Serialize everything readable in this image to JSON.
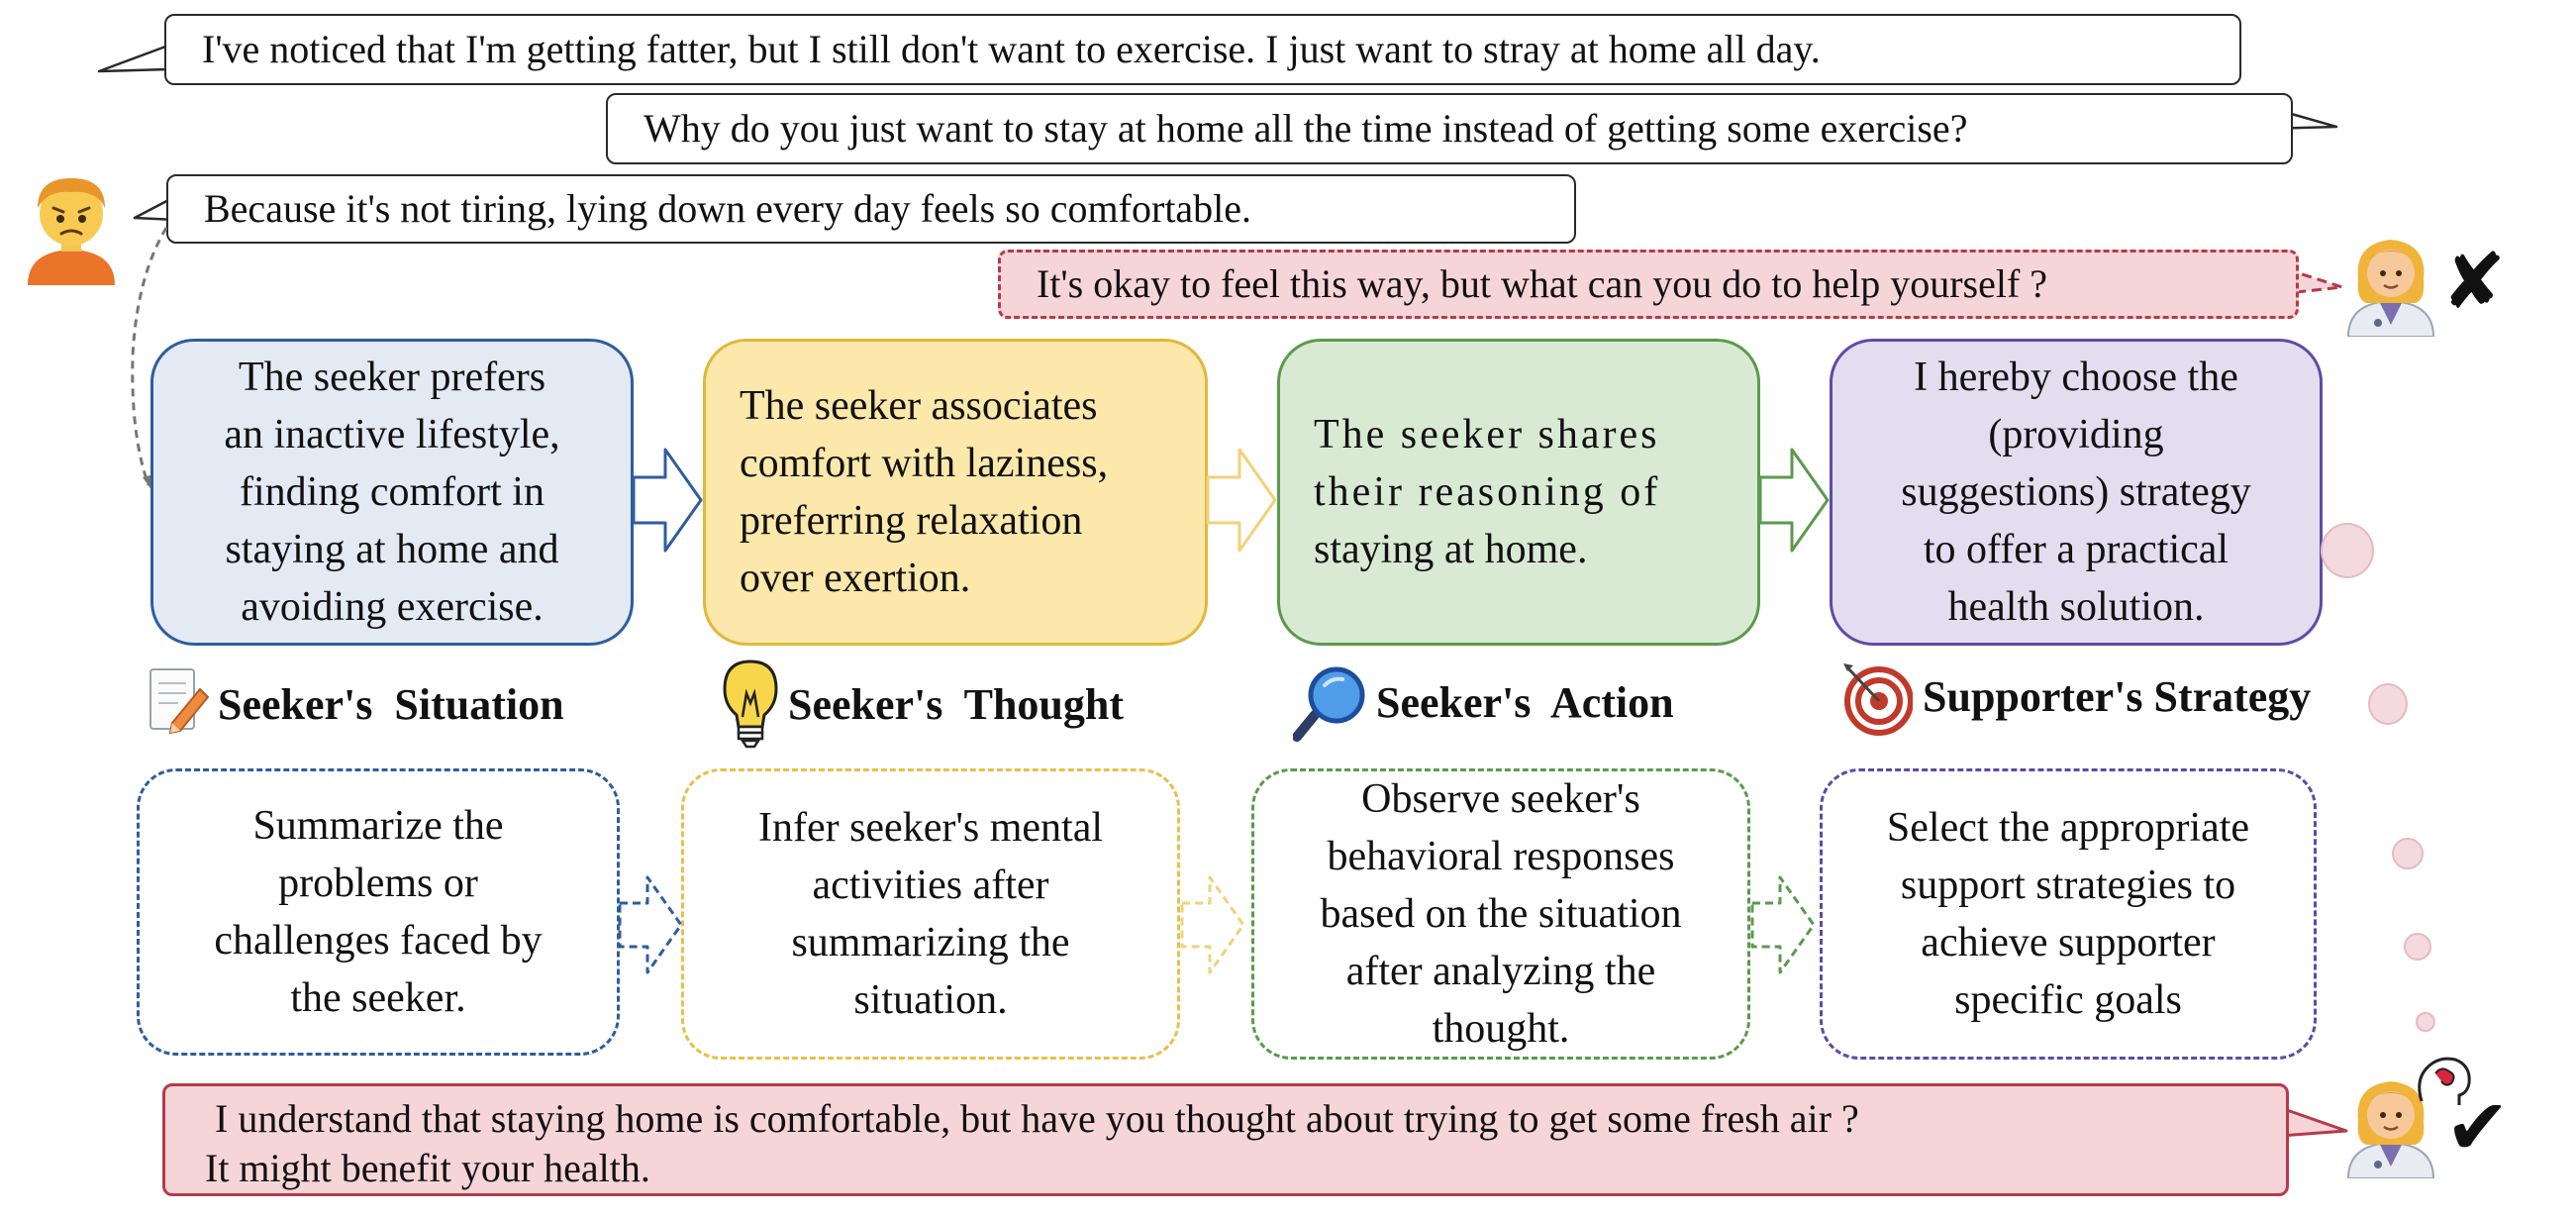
{
  "dialogue": {
    "seeker_1": "I've noticed that I'm getting fatter, but I still don't want to exercise. I just want to stray at home all day.",
    "supporter_1": "Why do you just want to stay at home all the time instead of getting some exercise?",
    "seeker_2": "Because it's not tiring, lying down every day feels so comfortable.",
    "bad_response": "It's okay to feel this way, but what can you do to help yourself ?",
    "good_response_line1": "I understand that staying home is comfortable, but have you thought about trying to get some fresh air ?",
    "good_response_line2": "It might benefit your health."
  },
  "marks": {
    "wrong": "✘",
    "right": "✔"
  },
  "steps": [
    {
      "label": "Seeker's  Situation",
      "icon": "memo-pencil-icon",
      "color": "#2f5d9e",
      "example_lines": [
        "The seeker prefers",
        "an inactive lifestyle,",
        "finding comfort in",
        "staying at home and",
        "avoiding exercise."
      ],
      "instruction_lines": [
        "Summarize the",
        "problems or",
        "challenges faced by",
        "the seeker."
      ]
    },
    {
      "label": "Seeker's  Thought",
      "icon": "lightbulb-icon",
      "color": "#e2b83b",
      "example_lines": [
        "The seeker associates",
        "comfort with laziness,",
        "preferring relaxation",
        "over exertion."
      ],
      "instruction_lines": [
        "Infer seeker's mental",
        "activities after",
        "summarizing the",
        "situation."
      ]
    },
    {
      "label": "Seeker's  Action",
      "icon": "magnifier-icon",
      "color": "#5b9a4d",
      "example_lines": [
        "The seeker shares",
        "their reasoning of",
        "staying at home."
      ],
      "instruction_lines": [
        "Observe seeker's",
        "behavioral responses",
        "based on the situation",
        "after analyzing the",
        "thought."
      ]
    },
    {
      "label": "Supporter's Strategy",
      "icon": "target-icon",
      "color": "#5f4ba4",
      "example_lines": [
        "I hereby choose the",
        "(providing",
        "suggestions) strategy",
        "to offer a practical",
        "health solution."
      ],
      "instruction_lines": [
        "Select the appropriate",
        "support strategies to",
        "achieve supporter",
        "specific goals"
      ]
    }
  ]
}
